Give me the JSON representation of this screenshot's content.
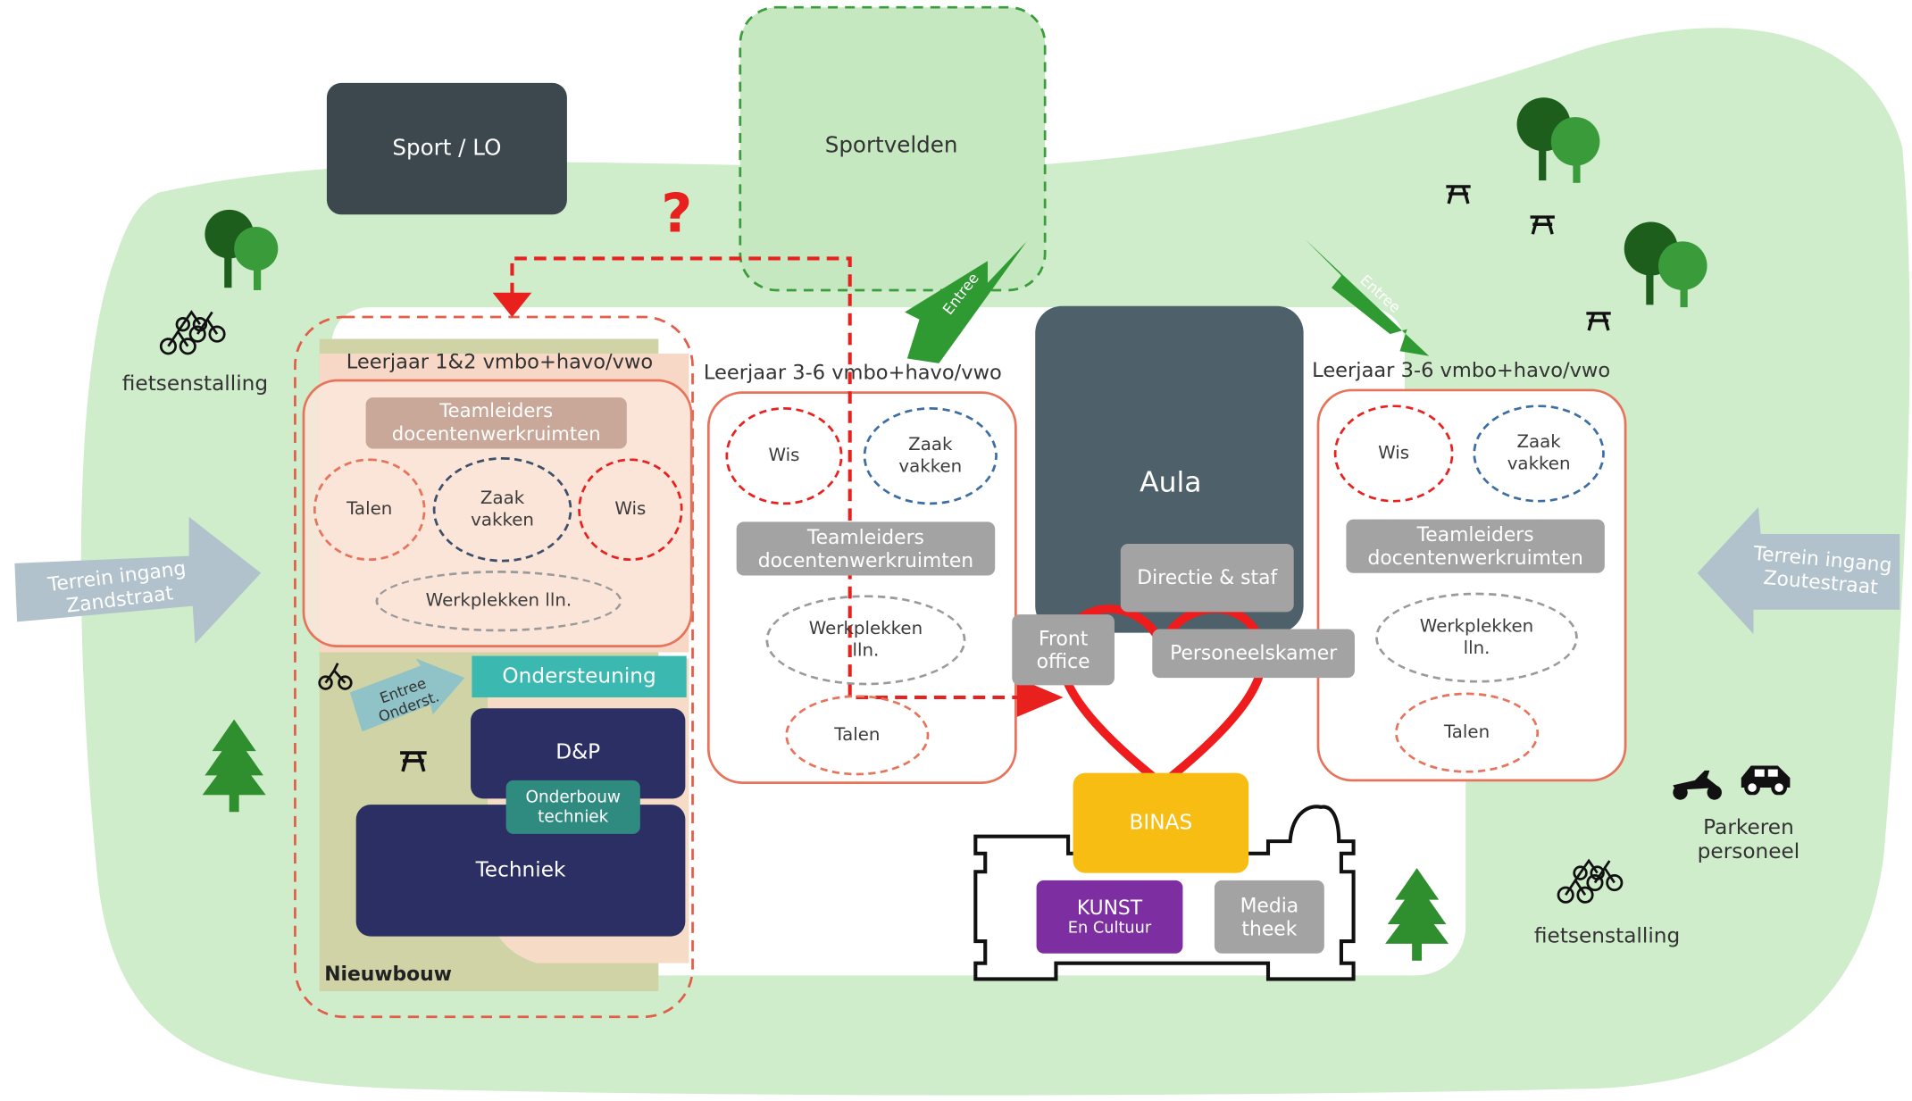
{
  "colors": {
    "green_bg": "#cfeccb",
    "dark_block": "#3c474e",
    "navy": "#2b2f63",
    "teal": "#3bb8b0",
    "teal_dark": "#2f8a80",
    "salmon": "#f7cbb4",
    "olive": "#cfd3a5",
    "red_dash": "#e8201e",
    "gold": "#f7bd12",
    "purple": "#7d2ea0",
    "grey": "#a3a3a3",
    "entree_green": "#2f9a32"
  },
  "outside": {
    "sport_lo": "Sport / LO",
    "sportvelden": "Sportvelden",
    "question_mark": "?",
    "fietsenstalling_left": "fietsenstalling",
    "fietsenstalling_right": "fietsenstalling",
    "parkeren_personeel": "Parkeren personeel",
    "terrein_left": "Terrein ingang Zandstraat",
    "terrein_right": "Terrein ingang Zoutestraat",
    "entree_mid": "Entree",
    "entree_right": "Entree"
  },
  "left_block": {
    "title": "Leerjaar 1&2 vmbo+havo/vwo",
    "teamleiders": "Teamleiders docentenwerkruimten",
    "talen": "Talen",
    "zaakvakken": "Zaak vakken",
    "wis": "Wis",
    "werkplekken": "Werkplekken lln.",
    "entree_onderst": "Entree Onderst.",
    "ondersteuning": "Ondersteuning",
    "dp": "D&P",
    "onderbouw_techniek": "Onderbouw techniek",
    "techniek": "Techniek",
    "nieuwbouw": "Nieuwbouw"
  },
  "middle_block": {
    "title": "Leerjaar 3-6 vmbo+havo/vwo",
    "wis": "Wis",
    "zaakvakken": "Zaak vakken",
    "teamleiders": "Teamleiders docentenwerkruimten",
    "werkplekken": "Werkplekken lln.",
    "talen": "Talen"
  },
  "center": {
    "aula": "Aula",
    "directie": "Directie & staf",
    "front_office": "Front office",
    "personeelskamer": "Personeelskamer",
    "binas": "BINAS",
    "kunst": "KUNST",
    "kunst_sub": "En Cultuur",
    "mediatheek": "Media theek"
  },
  "right_block": {
    "title": "Leerjaar 3-6 vmbo+havo/vwo",
    "wis": "Wis",
    "zaakvakken": "Zaak vakken",
    "teamleiders": "Teamleiders docentenwerkruimten",
    "werkplekken": "Werkplekken lln.",
    "talen": "Talen"
  }
}
